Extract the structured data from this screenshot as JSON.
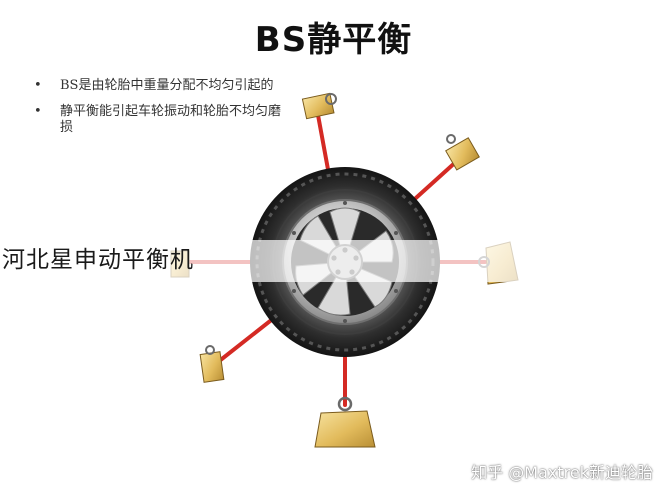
{
  "slide": {
    "title": "BS静平衡",
    "bullets": [
      {
        "text": "BS是由轮胎中重量分配不均匀引起的"
      },
      {
        "text": "静平衡能引起车轮振动和轮胎不均匀磨损"
      }
    ],
    "bullet_symbol": "•"
  },
  "overlay": {
    "banner_text": "河北星申动平衡机"
  },
  "watermark": {
    "text": "知乎 @Maxtrek新迪轮胎"
  },
  "colors": {
    "string_red": "#d42a24",
    "weight_gold": "#e8c46a",
    "tire_dark": "#222222",
    "rim_silver": "#c8c8c8"
  }
}
